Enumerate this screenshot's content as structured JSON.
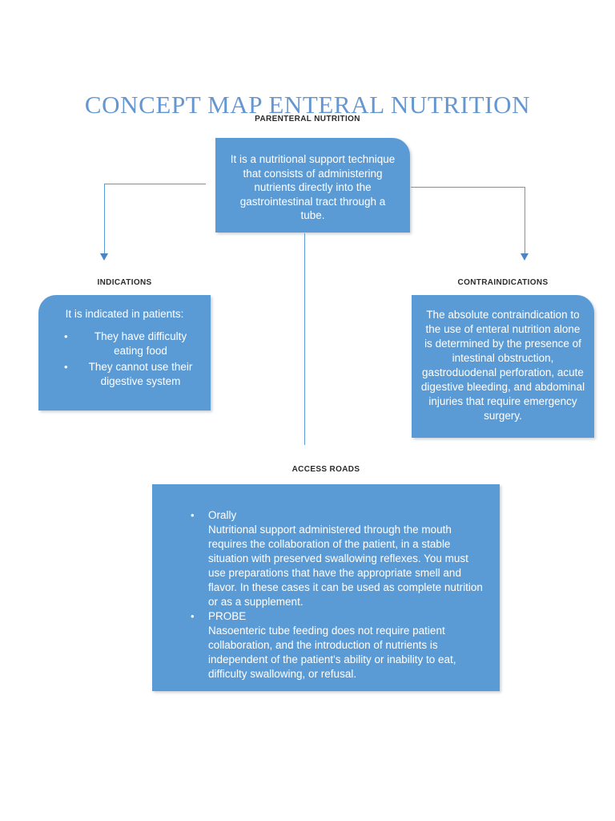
{
  "document": {
    "title": "CONCEPT MAP ENTERAL NUTRITION",
    "background_color": "#FFFFFF",
    "accent_color": "#5B9BD5",
    "title_color": "#6496D2",
    "label_color": "#2B2B2B"
  },
  "labels": {
    "parenteral": "PARENTERAL NUTRITION",
    "indications": "INDICATIONS",
    "contraindications": "CONTRAINDICATIONS",
    "access_roads": "ACCESS ROADS"
  },
  "boxes": {
    "main": {
      "text": "It is a nutritional support technique that consists of administering nutrients directly into the gastrointestinal tract through a tube."
    },
    "indications": {
      "lead": "It is indicated in patients:",
      "bullets": [
        "They have difficulty eating food",
        "They cannot use their digestive system"
      ]
    },
    "contraindications": {
      "text": "The absolute contraindication to the use of enteral nutrition alone is determined by the presence of intestinal obstruction, gastroduodenal perforation, acute digestive bleeding, and abdominal injuries that require emergency surgery."
    },
    "access_roads": {
      "items": [
        {
          "title": "Orally",
          "body": "Nutritional support administered through the mouth requires the collaboration of the patient, in a stable situation with preserved swallowing reflexes. You must use preparations that have the appropriate smell and flavor. In these cases it can be used as complete nutrition or as a supplement."
        },
        {
          "title": "PROBE",
          "body": "Nasoenteric tube feeding does not require patient collaboration, and the introduction of nutrients is independent of the patient's ability or inability to eat, difficulty swallowing, or refusal."
        }
      ]
    }
  },
  "connectors": {
    "left_branch": "main-to-indications",
    "right_branch": "main-to-contraindications",
    "center_branch": "main-to-access-roads"
  }
}
